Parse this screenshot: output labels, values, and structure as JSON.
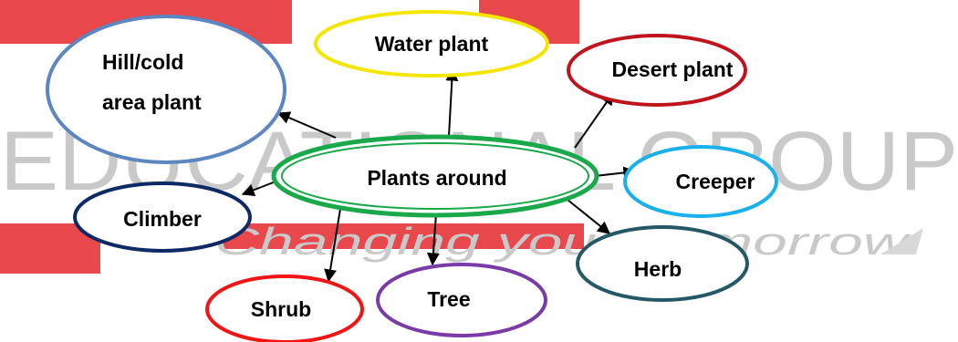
{
  "watermark": {
    "line1": "EDUCATIONAL GROUP",
    "line2": "Changing your Tomorrow",
    "band_color": "#e8474c",
    "text_color": "#c9c9c9"
  },
  "diagram": {
    "center": {
      "label": "Plants around",
      "border_color": "#19a84a"
    },
    "nodes": [
      {
        "id": "hill",
        "label_lines": [
          "Hill/cold",
          "area plant"
        ],
        "border_color": "#5b86c2"
      },
      {
        "id": "water",
        "label_lines": [
          "Water plant"
        ],
        "border_color": "#f5e600"
      },
      {
        "id": "desert",
        "label_lines": [
          "Desert plant"
        ],
        "border_color": "#c0141c"
      },
      {
        "id": "creeper",
        "label_lines": [
          "Creeper"
        ],
        "border_color": "#1ab0ec"
      },
      {
        "id": "herb",
        "label_lines": [
          "Herb"
        ],
        "border_color": "#255866"
      },
      {
        "id": "tree",
        "label_lines": [
          "Tree"
        ],
        "border_color": "#7a3aa8"
      },
      {
        "id": "shrub",
        "label_lines": [
          "Shrub"
        ],
        "border_color": "#f01414"
      },
      {
        "id": "climber",
        "label_lines": [
          "Climber"
        ],
        "border_color": "#0e2a66"
      }
    ]
  }
}
